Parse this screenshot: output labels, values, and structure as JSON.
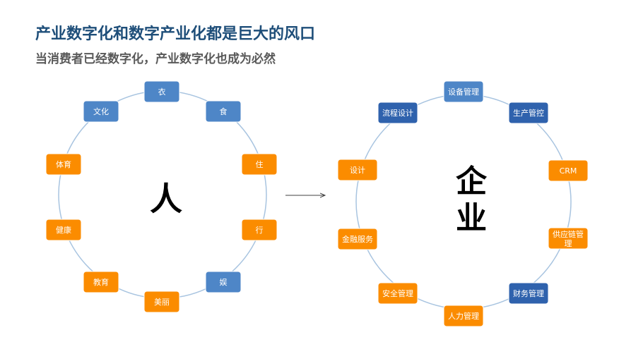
{
  "title": "产业数字化和数字产业化都是巨大的风口",
  "subtitle": "当消费者已经数字化，产业数字化也成为必然",
  "colors": {
    "orange": "#fb8c00",
    "blue": "#4e86c7",
    "navy": "#2f62ad",
    "ring": "#a8c4e0",
    "arrow": "#404040"
  },
  "left_circle": {
    "center_label": "人",
    "nodes": [
      {
        "label": "衣",
        "color": "blue"
      },
      {
        "label": "食",
        "color": "blue"
      },
      {
        "label": "住",
        "color": "orange"
      },
      {
        "label": "行",
        "color": "orange"
      },
      {
        "label": "娱",
        "color": "blue"
      },
      {
        "label": "美丽",
        "color": "orange"
      },
      {
        "label": "教育",
        "color": "orange"
      },
      {
        "label": "健康",
        "color": "orange"
      },
      {
        "label": "体育",
        "color": "orange"
      },
      {
        "label": "文化",
        "color": "blue"
      }
    ]
  },
  "right_circle": {
    "center_label_line1": "企",
    "center_label_line2": "业",
    "nodes": [
      {
        "label": "设备管理",
        "color": "blue"
      },
      {
        "label": "生产管控",
        "color": "navy"
      },
      {
        "label": "CRM",
        "color": "orange"
      },
      {
        "label": "供应链管",
        "label2": "理",
        "color": "orange"
      },
      {
        "label": "财务管理",
        "color": "navy"
      },
      {
        "label": "人力管理",
        "color": "orange"
      },
      {
        "label": "安全管理",
        "color": "orange"
      },
      {
        "label": "金融服务",
        "color": "orange"
      },
      {
        "label": "设计",
        "color": "orange"
      },
      {
        "label": "流程设计",
        "color": "navy"
      }
    ]
  }
}
